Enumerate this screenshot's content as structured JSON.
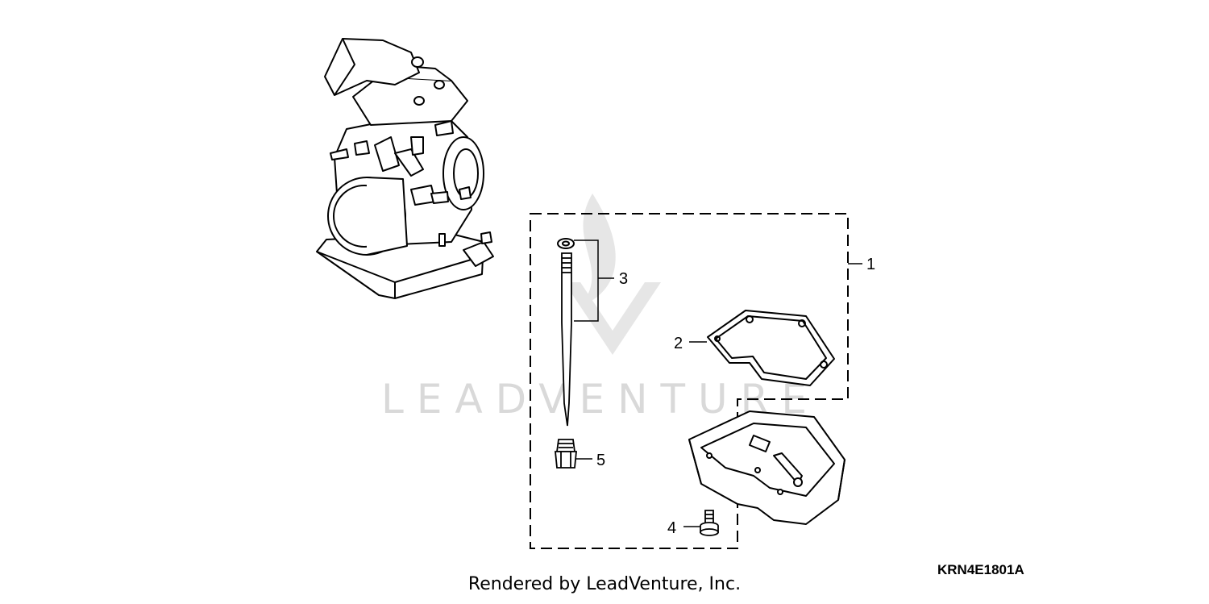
{
  "callouts": {
    "c1": "1",
    "c2": "2",
    "c3": "3",
    "c4": "4",
    "c5": "5"
  },
  "figure_code": "KRN4E1801A",
  "footer": "Rendered by LeadVenture, Inc.",
  "watermark": "LEADVENTURE",
  "colors": {
    "line": "#000000",
    "watermark": "#d9d9d9",
    "background": "#ffffff"
  }
}
